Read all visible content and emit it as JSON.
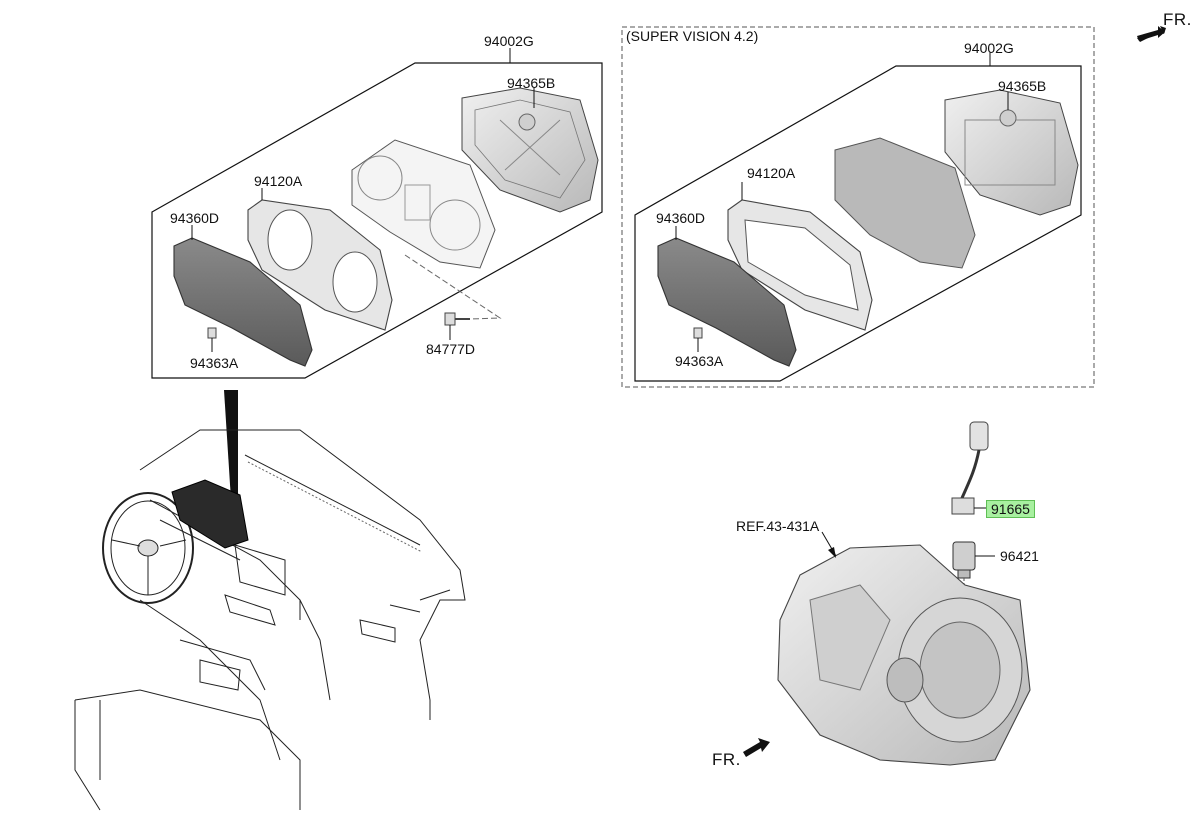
{
  "labels": {
    "left_assembly": "94002G",
    "left_back_cover": "94365B",
    "left_bezel": "94120A",
    "left_lens": "94360D",
    "left_clip": "94363A",
    "left_screw": "84777D",
    "right_section_title": "(SUPER VISION 4.2)",
    "right_assembly": "94002G",
    "right_back_cover": "94365B",
    "right_bezel": "94120A",
    "right_lens": "94360D",
    "right_clip": "94363A",
    "wire_harness": "91665",
    "speed_sensor": "96421",
    "transaxle_ref": "REF.43-431A",
    "front_top": "FR.",
    "front_bottom": "FR."
  },
  "icons": [
    "front-direction-arrow-icon"
  ],
  "colors": {
    "line": "#111111",
    "part_fill": "#e4e4e4",
    "part_shade": "#bdbdbd",
    "highlight": "#a8f0a0",
    "highlight_border": "#5fbf55"
  }
}
